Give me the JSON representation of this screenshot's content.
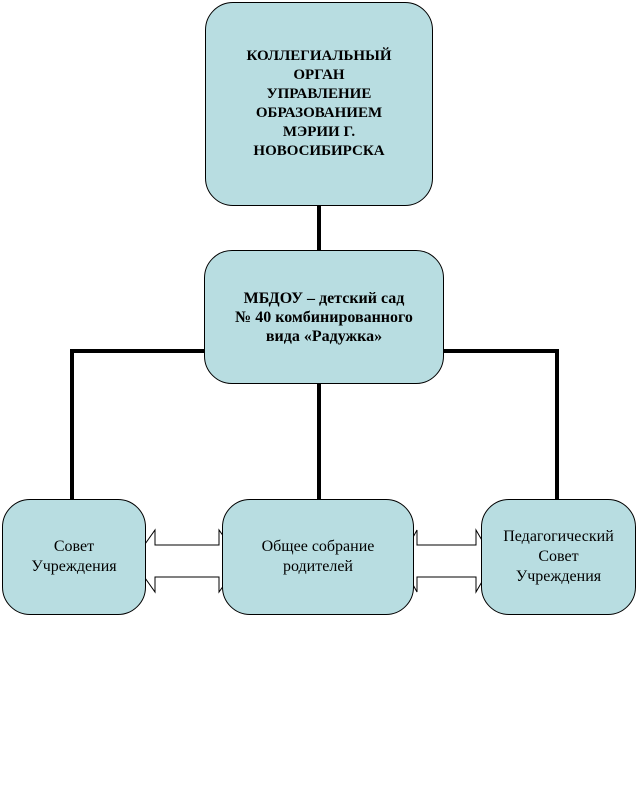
{
  "nodes": {
    "top": "КОЛЛЕГИАЛЬНЫЙ\nОРГАН\nУПРАВЛЕНИЕ\nОБРАЗОВАНИЕМ\nМЭРИИ Г.\nНОВОСИБИРСКА",
    "middle": "МБДОУ – детский сад\n№ 40 комбинированного\nвида «Радужка»",
    "left": "Совет\nУчреждения",
    "center": "Общее собрание\nродителей",
    "right": "Педагогический\nСовет\nУчреждения"
  },
  "colors": {
    "box_fill": "#b8dde1",
    "line": "#000000",
    "arrow_fill": "#ffffff"
  }
}
